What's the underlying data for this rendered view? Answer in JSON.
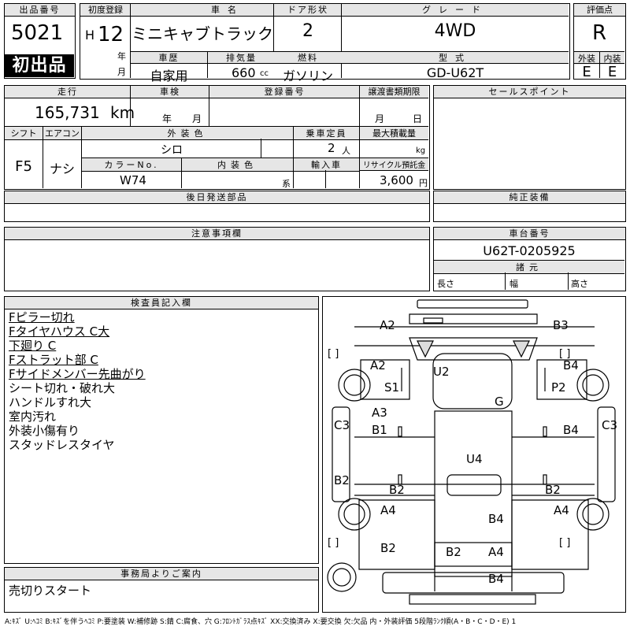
{
  "top": {
    "lot_label": "出品番号",
    "lot_number": "5021",
    "first_badge": "初出品",
    "first_reg_label": "初度登録",
    "era": "H",
    "year": "12",
    "nen": "年",
    "tsuki": "月",
    "name_label": "車名",
    "car_name": "ミニキャブトラック",
    "door_label": "ドア形状",
    "doors": "2",
    "grade_label": "グレード",
    "grade": "4WD",
    "score_label": "評価点",
    "score": "R",
    "history_label": "車歴",
    "history": "自家用",
    "disp_label": "排気量",
    "displacement": "660",
    "cc": "cc",
    "fuel_label": "燃料",
    "fuel": "ガソリン",
    "model_label": "型式",
    "model": "GD-U62T",
    "ext_label": "外装",
    "int_label": "内装",
    "ext_score": "E",
    "int_score": "E"
  },
  "mid": {
    "mileage_label": "走行",
    "mileage": "165,731",
    "km": "km",
    "inspection_label": "車検",
    "nen": "年",
    "tsuki": "月",
    "reg_label": "登録番号",
    "transfer_label": "譲渡書類期限",
    "transfer_nen": "月",
    "transfer_tsuki": "日",
    "sales_label": "セールスポイント",
    "shift_label": "シフト",
    "ac_label": "エアコン",
    "color_label": "外装色",
    "capacity_label": "乗車定員",
    "load_label": "最大積載量",
    "shift": "F5",
    "ac": "ナシ",
    "color": "シロ",
    "capacity": "2",
    "nin": "人",
    "kg": "kg",
    "colorno_label": "カラーNo.",
    "intcolor_label": "内装色",
    "import_label": "輸入車",
    "recycle_label": "リサイクル預託金",
    "color_no": "W74",
    "kei": "系",
    "recycle_fee": "3,600",
    "yen": "円",
    "later_label": "後日発送部品",
    "genuine_label": "純正装備",
    "notes_label": "注意事項欄",
    "chassis_label": "車台番号",
    "chassis_no": "U62T-0205925",
    "dims_label": "諸元",
    "length_label": "長さ",
    "width_label": "幅",
    "height_label": "高さ"
  },
  "inspector": {
    "title": "検査員記入欄",
    "remarks": [
      "Fピラー切れ",
      "Fタイヤハウス C大",
      "下廻り C",
      "Fストラット部 C",
      "Fサイドメンバー先曲がり",
      "シート切れ・破れ大",
      "ハンドルすれ大",
      "室内汚れ",
      "外装小傷有り",
      "スタッドレスタイヤ"
    ]
  },
  "office": {
    "title": "事務局よりご案内",
    "message": "売切りスタート"
  },
  "diagram": {
    "bracket": "[          ]",
    "marks": {
      "a2_top": "A2",
      "b3_top": "B3",
      "a2_left": "A2",
      "b4_right": "B4",
      "u2": "U2",
      "s1": "S1",
      "p2": "P2",
      "g": "G",
      "a3": "A3",
      "b1": "B1",
      "b4_mid": "B4",
      "c3_left": "C3",
      "c3_right": "C3",
      "u4": "U4",
      "b2_left": "B2",
      "b2_a": "B2",
      "b2_b": "B2",
      "a4_left": "A4",
      "a4_right": "A4",
      "b4_bed": "B4",
      "b2_low": "B2",
      "b2_tail": "B2",
      "a4_tail": "A4",
      "b4_bottom": "B4"
    }
  },
  "legend": "A:ｷｽﾞ U:ﾍｺﾐ B:ｷｽﾞを伴うﾍｺﾐ P:要塗装 W:補修跡 S:錆 C:腐食、穴 G:ﾌﾛﾝﾄｶﾞﾗｽ点ｷｽﾞ XX:交換済み X:要交換 欠:欠品 内・外装評価 5段階ﾗﾝｸ順(A・B・C・D・E) 1"
}
